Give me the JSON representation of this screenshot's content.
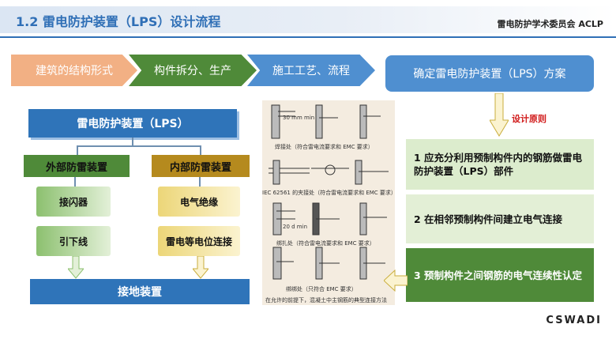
{
  "header": {
    "title": "1.2  雷电防护装置（LPS）设计流程",
    "org": "雷电防护学术委员会  ACLP"
  },
  "process": {
    "steps": [
      "建筑的结构形式",
      "构件拆分、生产",
      "施工工艺、流程"
    ],
    "plan": "确定雷电防护装置（LPS）方案"
  },
  "lps": {
    "title": "雷电防护装置（LPS）",
    "external": {
      "label": "外部防雷装置",
      "items": [
        "接闪器",
        "引下线"
      ]
    },
    "internal": {
      "label": "内部防雷装置",
      "items": [
        "电气绝缘",
        "雷电等电位连接"
      ]
    },
    "ground": "接地装置"
  },
  "drawing": {
    "captions": [
      "焊接处（符合雷电流要求和 EMC 要求）",
      "IEC 62561 的夹接处（符合雷电流要求和 EMC 要求）",
      "绑扎处（符合雷电流要求和 EMC 要求）",
      "绑绑处（只符合 EMC 要求）",
      "在允许的前提下，混凝土中主钢筋的典型连接方法"
    ],
    "dims": [
      "30 mm min",
      "20 d min"
    ]
  },
  "principles": {
    "label": "设计原则",
    "items": [
      "1  应充分利用预制构件内的钢筋做雷电防护装置（LPS）部件",
      "2 在相邻预制构件间建立电气连接",
      "3  预制构件之间钢筋的电气连续性认定"
    ]
  },
  "footer": {
    "logo": "CSWADI"
  },
  "colors": {
    "brand_blue": "#2f74b9",
    "green": "#4f8a39",
    "orange": "#f2b084",
    "gold": "#b58a1e",
    "accent_red": "#d11c1c"
  }
}
